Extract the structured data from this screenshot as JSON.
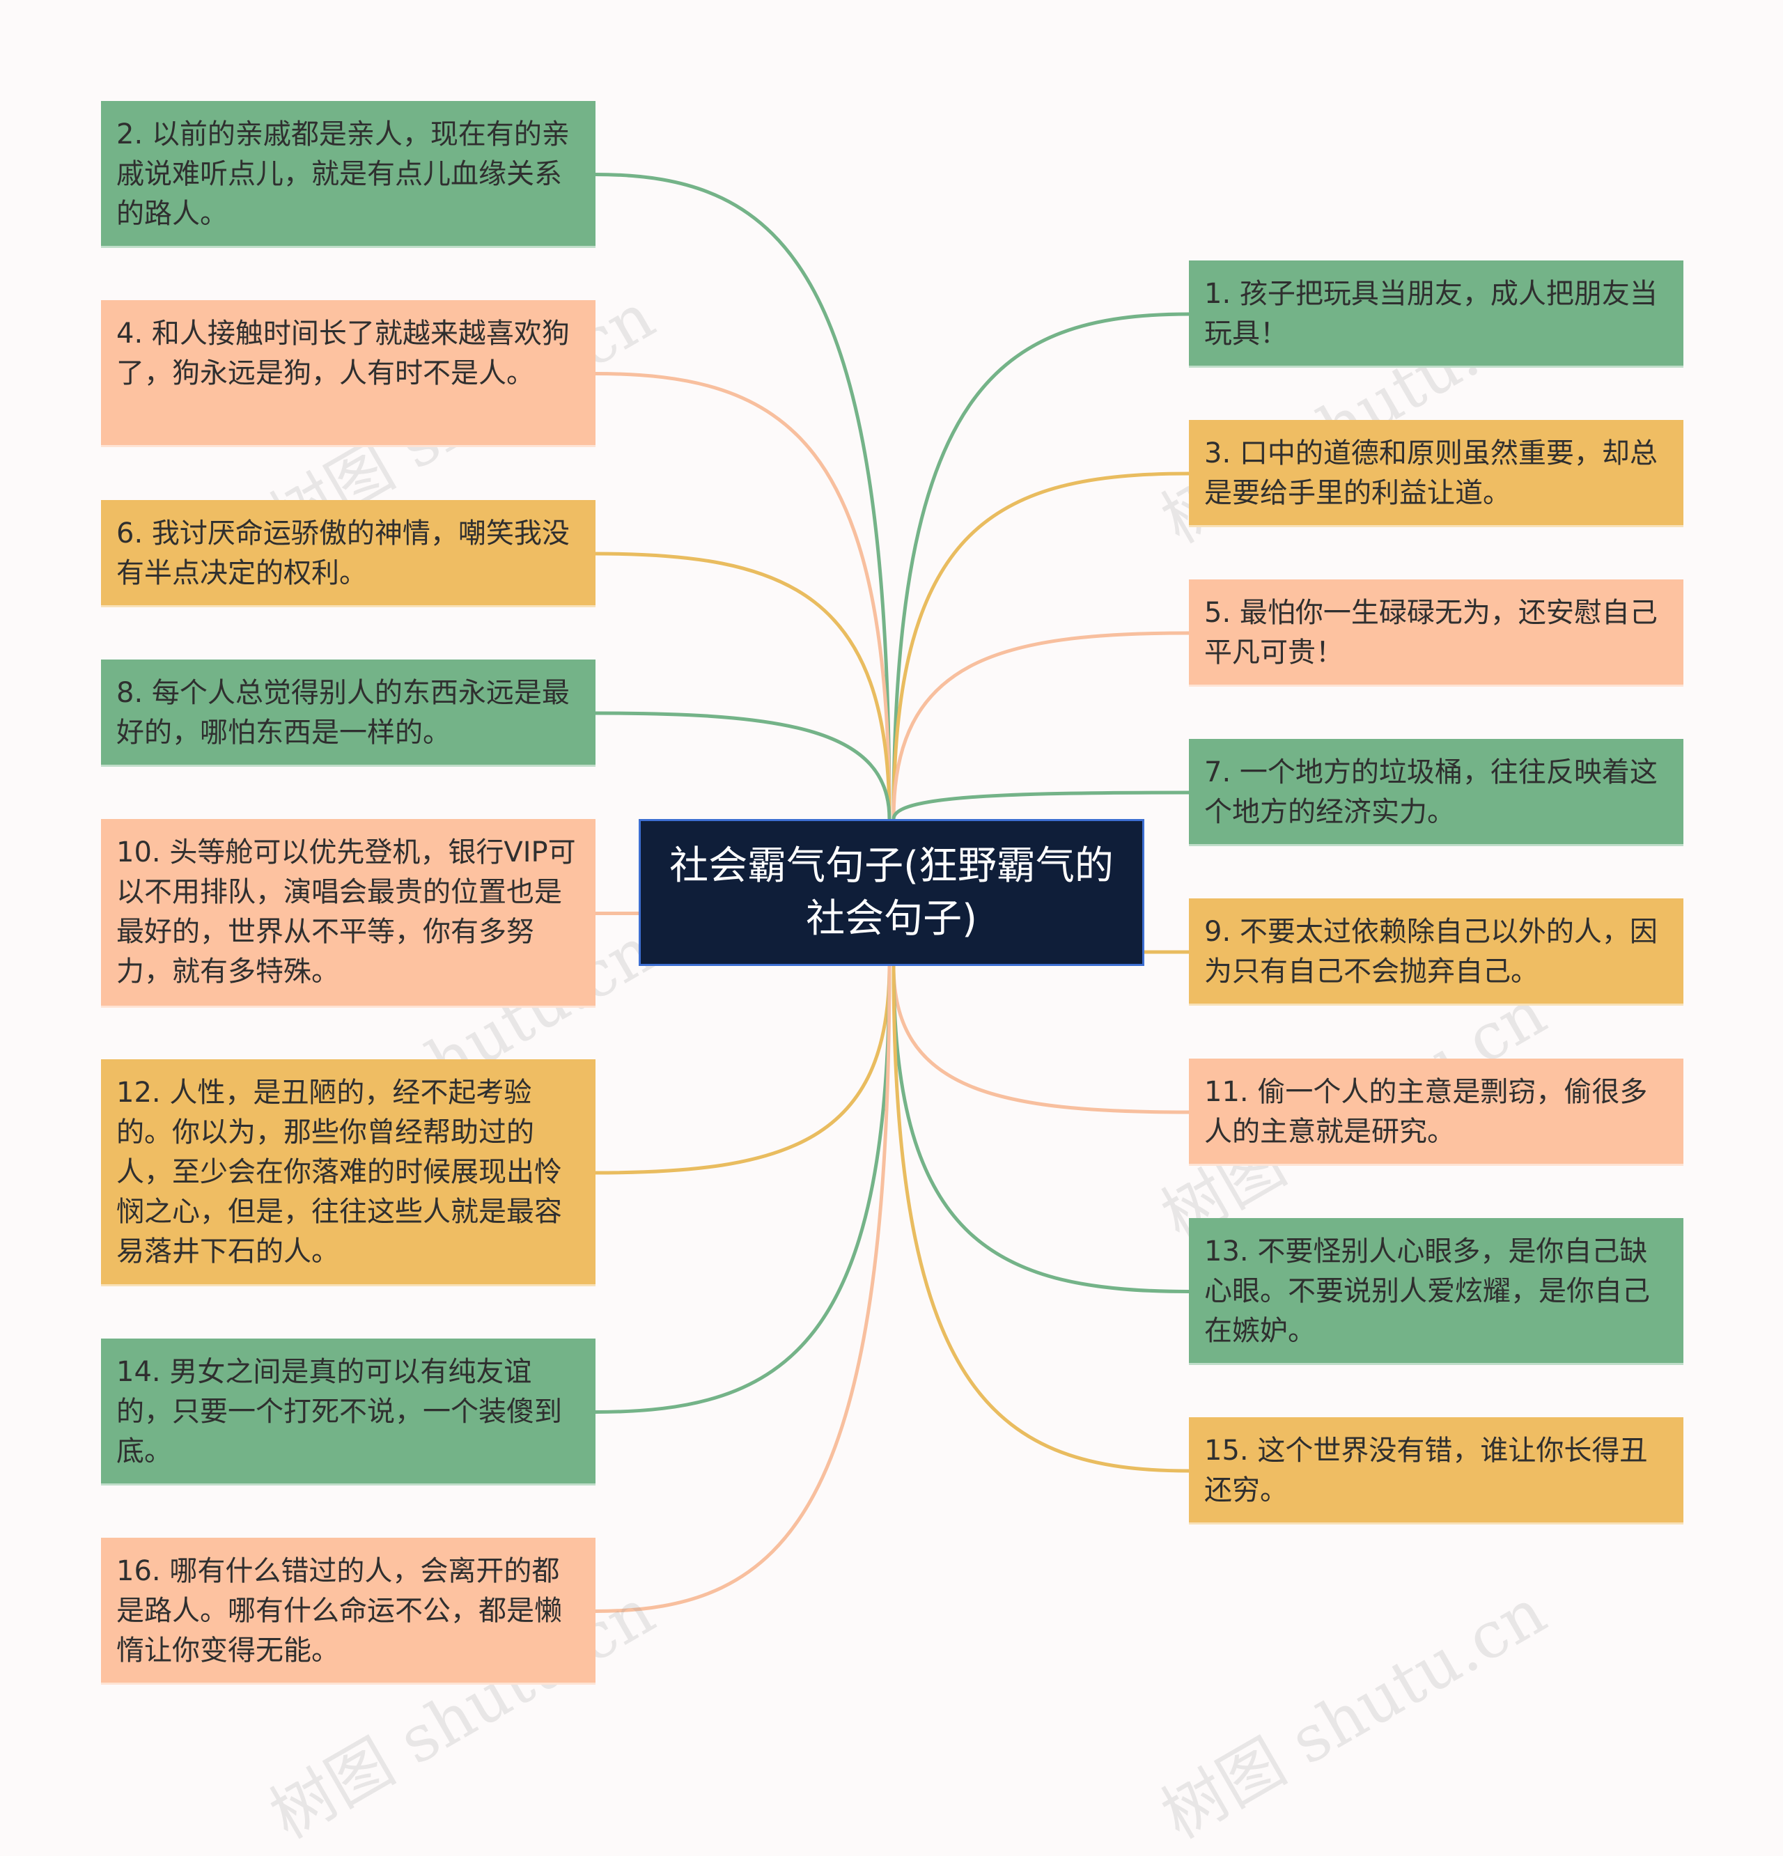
{
  "center": {
    "title": "社会霸气句子(狂野霸气的社会句子)"
  },
  "colors": {
    "green": "#74b388",
    "orange": "#fdc2a0",
    "yellow": "#efbd63",
    "center_bg": "#0f1e39",
    "background": "#fdfafa"
  },
  "left_nodes": [
    {
      "text": "2. 以前的亲戚都是亲人，现在有的亲戚说难听点儿，就是有点儿血缘关系的路人。",
      "color": "green"
    },
    {
      "text": "4. 和人接触时间长了就越来越喜欢狗了，狗永远是狗，人有时不是人。",
      "color": "orange"
    },
    {
      "text": "6. 我讨厌命运骄傲的神情，嘲笑我没有半点决定的权利。",
      "color": "yellow"
    },
    {
      "text": "8. 每个人总觉得别人的东西永远是最好的，哪怕东西是一样的。",
      "color": "green"
    },
    {
      "text": "10. 头等舱可以优先登机，银行VIP可以不用排队，演唱会最贵的位置也是最好的，世界从不平等，你有多努力，就有多特殊。",
      "color": "orange"
    },
    {
      "text": "12. 人性，是丑陋的，经不起考验的。你以为，那些你曾经帮助过的人，至少会在你落难的时候展现出怜悯之心，但是，往往这些人就是最容易落井下石的人。",
      "color": "yellow"
    },
    {
      "text": "14. 男女之间是真的可以有纯友谊的，只要一个打死不说，一个装傻到底。",
      "color": "green"
    },
    {
      "text": "16. 哪有什么错过的人，会离开的都是路人。哪有什么命运不公，都是懒惰让你变得无能。",
      "color": "orange"
    }
  ],
  "right_nodes": [
    {
      "text": "1. 孩子把玩具当朋友，成人把朋友当玩具！",
      "color": "green"
    },
    {
      "text": "3. 口中的道德和原则虽然重要，却总是要给手里的利益让道。",
      "color": "yellow"
    },
    {
      "text": "5. 最怕你一生碌碌无为，还安慰自己平凡可贵！",
      "color": "orange"
    },
    {
      "text": "7. 一个地方的垃圾桶，往往反映着这个地方的经济实力。",
      "color": "green"
    },
    {
      "text": "9. 不要太过依赖除自己以外的人，因为只有自己不会抛弃自己。",
      "color": "yellow"
    },
    {
      "text": "11. 偷一个人的主意是剽窃，偷很多人的主意就是研究。",
      "color": "orange"
    },
    {
      "text": "13. 不要怪别人心眼多，是你自己缺心眼。不要说别人爱炫耀，是你自己在嫉妒。",
      "color": "green"
    },
    {
      "text": "15. 这个世界没有错，谁让你长得丑还穷。",
      "color": "yellow"
    }
  ],
  "watermark": "树图 shutu.cn"
}
